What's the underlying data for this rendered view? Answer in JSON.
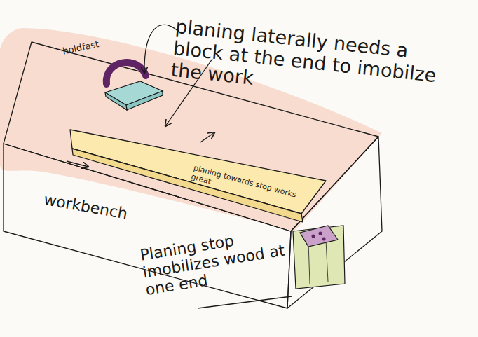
{
  "diagram": {
    "nodes": [
      {
        "text": [
          "workbench"
        ]
      },
      {
        "text": [
          "planing towards stop works great"
        ],
        "in": 0
      }
    ],
    "labels": [
      "planing laterally needs a block at the end to imobilze the work",
      "holdfast",
      "Planing stop imobilizes wood at one end"
    ]
  }
}
